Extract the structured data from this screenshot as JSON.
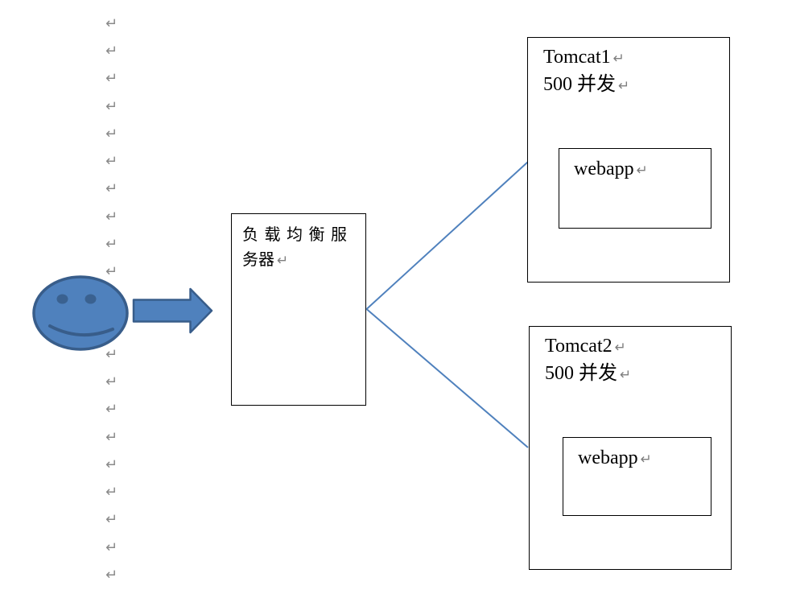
{
  "formatting_marks": {
    "symbol": "↵",
    "column_count": 21,
    "color": "#8a8a8a"
  },
  "actor": {
    "shape": "smiley-face",
    "fill": "#4f81bd",
    "stroke": "#385d8a"
  },
  "arrow": {
    "direction": "right",
    "fill": "#4f81bd",
    "stroke": "#385d8a"
  },
  "connectors": {
    "color": "#4f81bd",
    "targets": [
      "tomcat1",
      "tomcat2"
    ]
  },
  "load_balancer": {
    "line1": "负载均衡服",
    "line2": "务器"
  },
  "tomcat1": {
    "title": "Tomcat1",
    "capacity": "500 并发",
    "webapp": "webapp"
  },
  "tomcat2": {
    "title": "Tomcat2",
    "capacity": "500 并发",
    "webapp": "webapp"
  },
  "colors": {
    "box_border": "#000000",
    "text": "#000000",
    "accent_blue": "#4f81bd",
    "accent_blue_dark": "#385d8a"
  }
}
